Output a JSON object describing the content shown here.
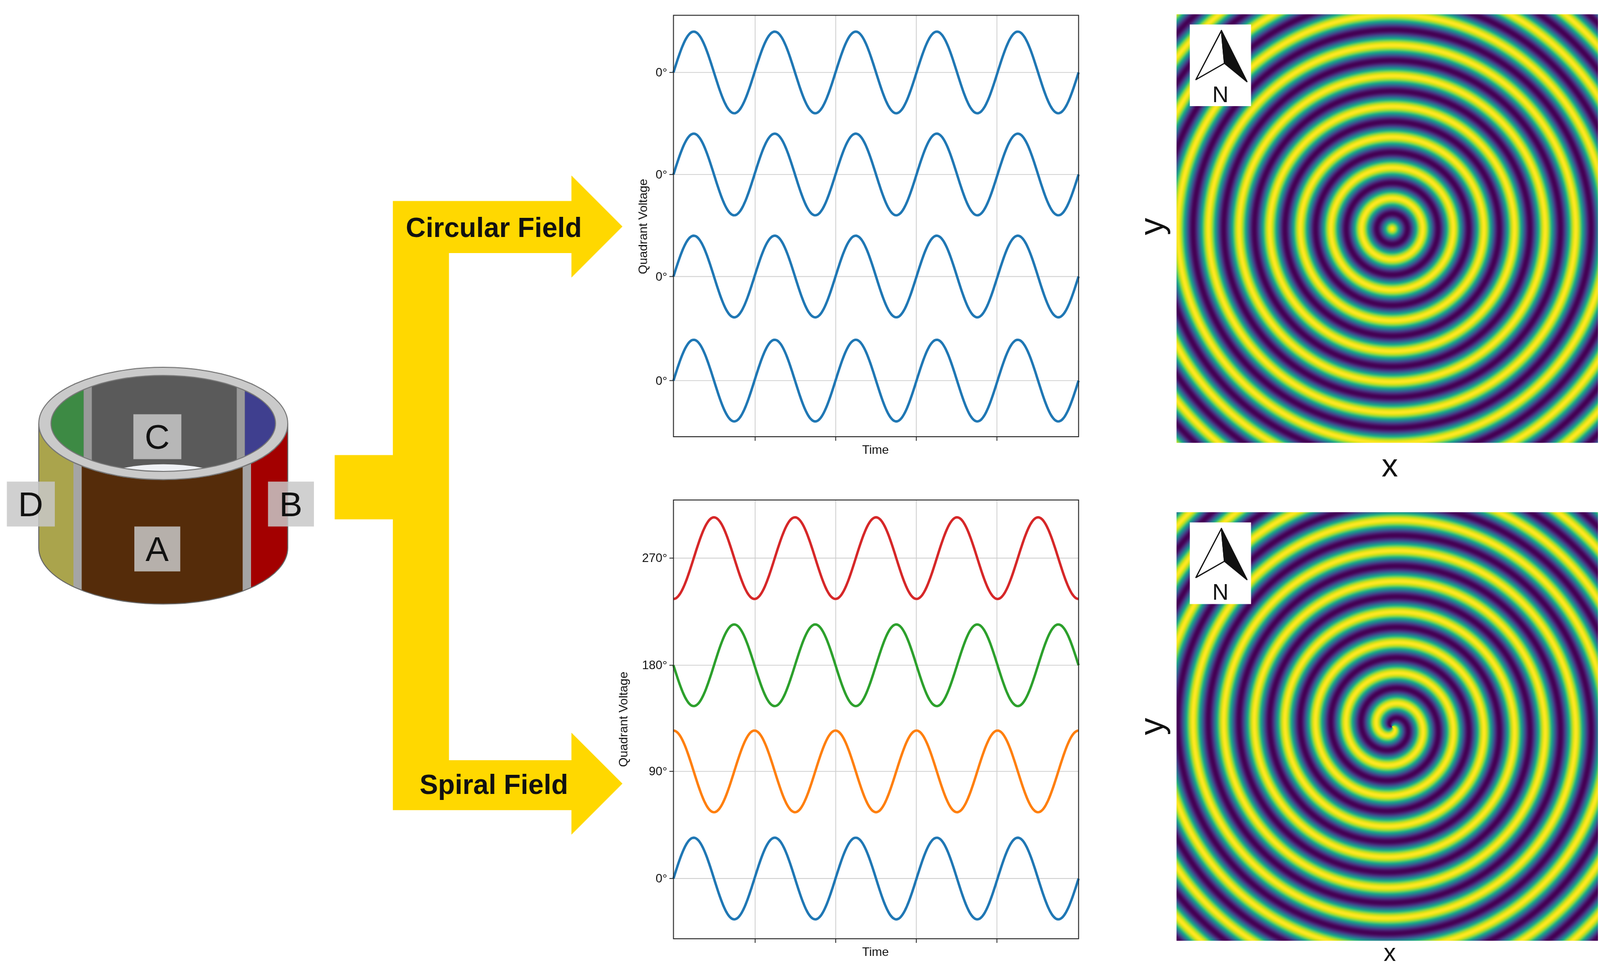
{
  "diagram": {
    "nodes": [
      {
        "text": [
          "Circular Field"
        ]
      },
      {
        "text": [
          "Spiral Field"
        ]
      }
    ],
    "labels": [
      "C",
      "D",
      "B",
      "A",
      "0°",
      "0°",
      "0°",
      "0°",
      "Quadrant Voltage",
      "Time",
      "N",
      "y",
      "x",
      "270°",
      "180°",
      "90°",
      "0°",
      "Quadrant Voltage",
      "Time",
      "N",
      "y",
      "x"
    ]
  }
}
